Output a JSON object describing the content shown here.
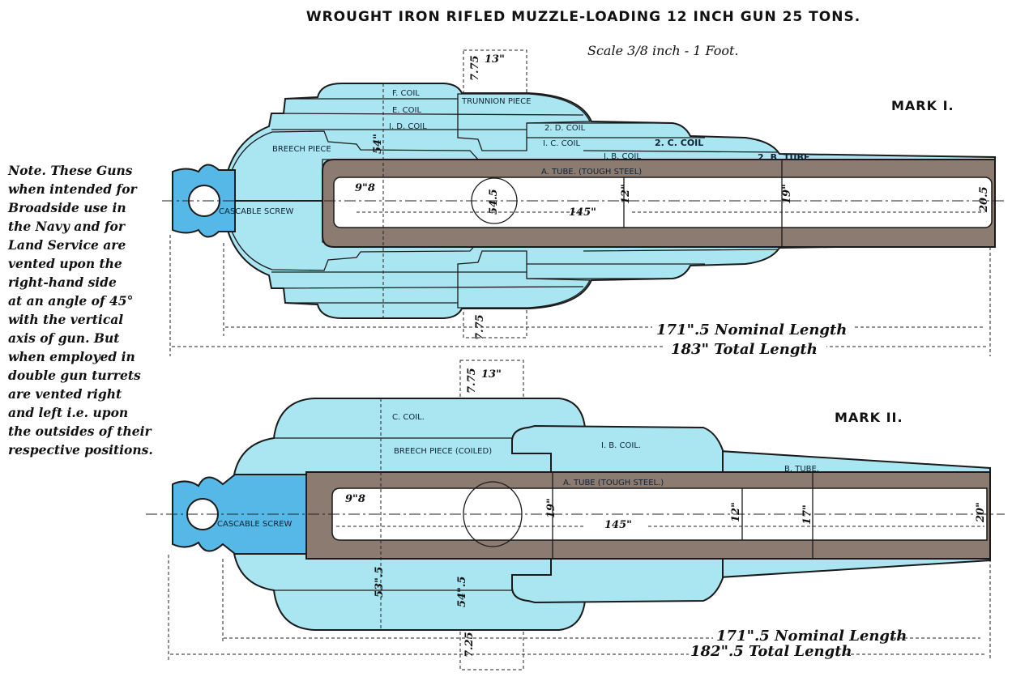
{
  "title": "WROUGHT IRON RIFLED MUZZLE-LOADING 12 INCH GUN 25 TONS.",
  "scale": "Scale 3/8 inch - 1 Foot.",
  "colors": {
    "light_blue": "#a9e6f2",
    "mid_blue": "#56b8e6",
    "tube_brown": "#8c7b70"
  },
  "note": [
    "Note. These Guns",
    "when intended for",
    "Broadside use in",
    "the Navy and for",
    "Land Service are",
    "vented upon the",
    "right-hand side",
    "at an angle of 45°",
    "with the vertical",
    "axis of gun. But",
    "when employed in",
    "double gun turrets",
    "are vented right",
    "and left i.e. upon",
    "the outsides of their",
    "respective positions."
  ],
  "mark1": {
    "name": "MARK I.",
    "labels": {
      "f_coil": "F. COIL",
      "e_coil": "E. COIL",
      "d1_coil": "I. D. COIL",
      "trunnion": "TRUNNION PIECE",
      "d2_coil": "2. D. COIL",
      "c1_coil": "I. C. COIL",
      "c2_coil": "2. C. COIL",
      "b1_coil": "I. B. COIL",
      "b2_tube": "2. B. TUBE",
      "breech": "BREECH PIECE",
      "a_tube": "A. TUBE. (TOUGH STEEL)",
      "cascable": "CASCABLE SCREW"
    },
    "dims": {
      "trunnion_w": "13\"",
      "trunnion_h": "7.75",
      "trunnion_h_bottom": "7.75",
      "breech_dia": "54\"",
      "chamber": "9\"8",
      "trunnion_dia": "54.5",
      "bore_len": "145\"",
      "calibre": "12\"",
      "tube_mid": "19\"",
      "muzzle": "20.5",
      "nominal": "171\".5 Nominal Length",
      "total": "183\" Total Length"
    }
  },
  "mark2": {
    "name": "MARK II.",
    "labels": {
      "c_coil": "C. COIL.",
      "breech": "BREECH PIECE (COILED)",
      "b1_coil": "I. B. COIL.",
      "b_tube": "B. TUBE.",
      "a_tube": "A. TUBE (TOUGH STEEL.)",
      "cascable": "CASCABLE SCREW"
    },
    "dims": {
      "trunnion_w": "13\"",
      "trunnion_h": "7.75",
      "trunnion_h_bottom": "7.25",
      "chamber": "9\"8",
      "tube_dia": "19\"",
      "bore_len": "145\"",
      "calibre": "12\"",
      "tube_mid": "17\"",
      "muzzle": "20\"",
      "breech_dia": "53\".5",
      "trunnion_dia": "54\".5",
      "nominal": "171\".5 Nominal Length",
      "total": "182\".5 Total Length"
    }
  }
}
